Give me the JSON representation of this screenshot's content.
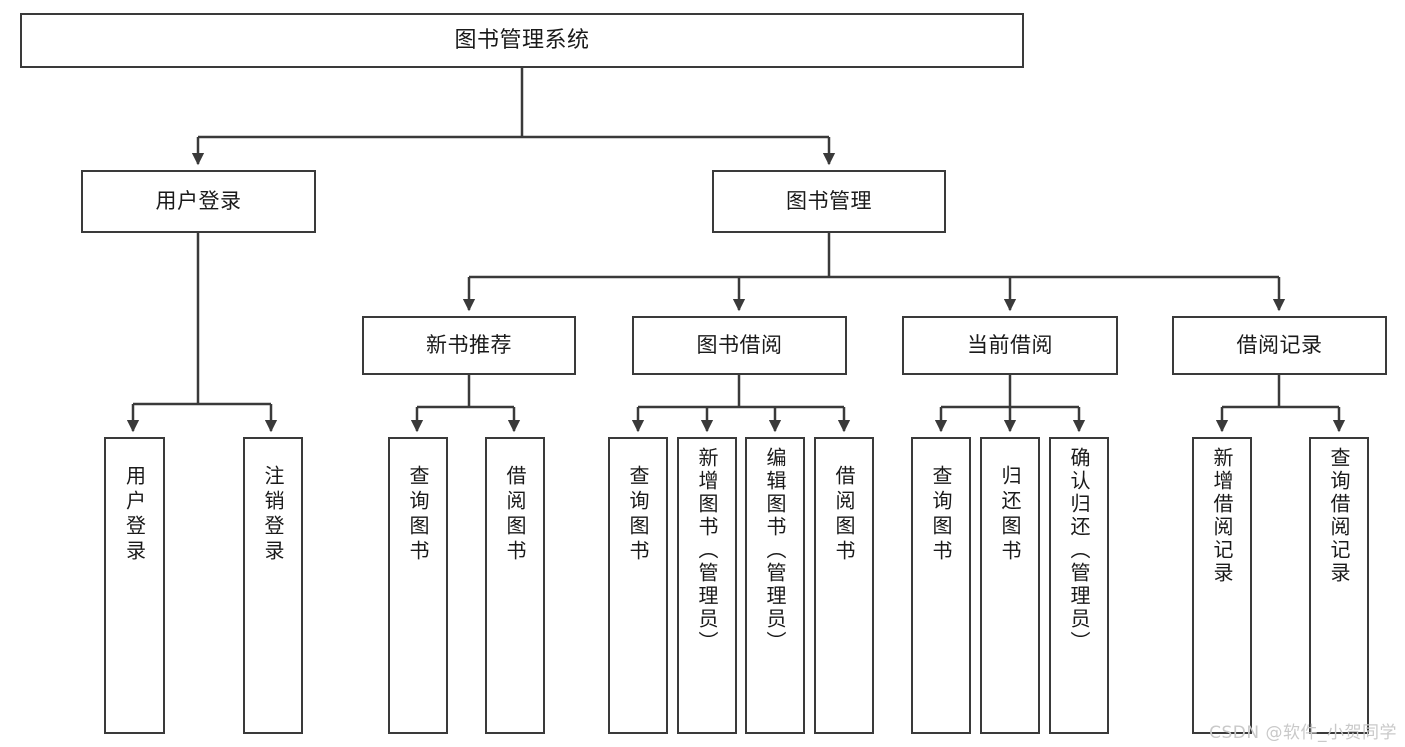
{
  "diagram": {
    "title": "图书管理系统",
    "type": "tree-hierarchy-chart",
    "root": {
      "label": "图书管理系统"
    },
    "level2": [
      {
        "label": "用户登录"
      },
      {
        "label": "图书管理"
      }
    ],
    "level3": [
      {
        "label": "新书推荐"
      },
      {
        "label": "图书借阅"
      },
      {
        "label": "当前借阅"
      },
      {
        "label": "借阅记录"
      }
    ],
    "leaves": {
      "user_login": [
        {
          "label": "用户登录"
        },
        {
          "label": "注销登录"
        }
      ],
      "new_book_recommend": [
        {
          "label": "查询图书"
        },
        {
          "label": "借阅图书"
        }
      ],
      "book_borrow": [
        {
          "label": "查询图书"
        },
        {
          "label": "新增图书（管理员）"
        },
        {
          "label": "编辑图书（管理员）"
        },
        {
          "label": "借阅图书"
        }
      ],
      "current_borrow": [
        {
          "label": "查询图书"
        },
        {
          "label": "归还图书"
        },
        {
          "label": "确认归还（管理员）"
        }
      ],
      "borrow_record": [
        {
          "label": "新增借阅记录"
        },
        {
          "label": "查询借阅记录"
        }
      ]
    }
  },
  "watermark": {
    "text": "CSDN @软件_小贺同学"
  },
  "colors": {
    "border": "#3a3a3a",
    "text": "#1a1a1a",
    "background": "#ffffff",
    "watermark": "#c9c9c9"
  }
}
